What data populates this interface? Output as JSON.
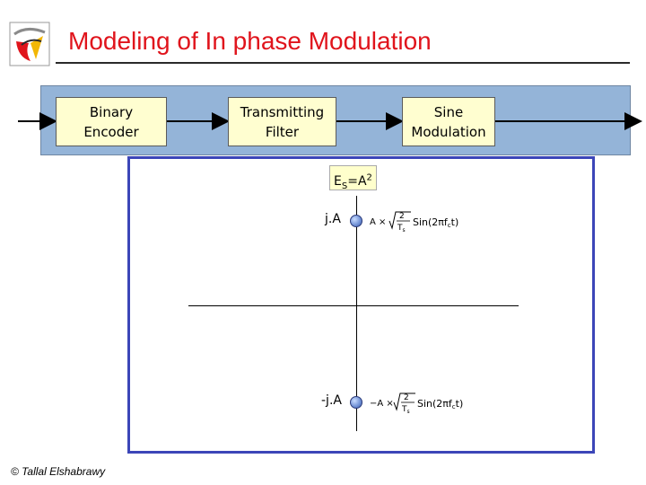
{
  "title": "Modeling of In phase Modulation",
  "blocks": {
    "binary_encoder": "Binary\nEncoder",
    "transmitting_filter": "Transmitting\nFilter",
    "sine_modulation": "Sine\nModulation"
  },
  "energy_label": "ES=A2",
  "constellation": {
    "upper_label": "j.A",
    "lower_label": "-j.A",
    "upper_formula": "A × √(2/Ts) Sin(2πfct)",
    "lower_formula": "−A × √(2/Ts) Sin(2πfct)"
  },
  "footer": "© Tallal Elshabrawy",
  "colors": {
    "title": "#e0141c",
    "band": "#94b4d8",
    "block_fill": "#fffed0",
    "constellation_border": "#3c46b8"
  }
}
